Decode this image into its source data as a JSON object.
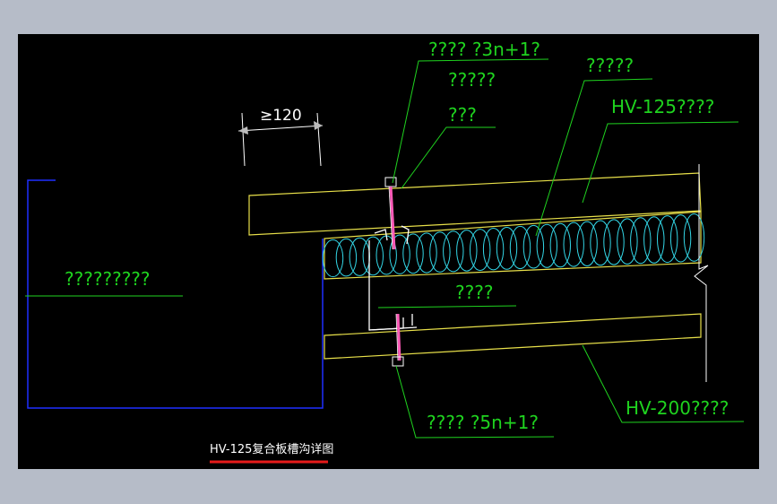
{
  "colors": {
    "background": "#000000",
    "frame": "#b6bcc8",
    "leader": "#1fd31f",
    "panel": "#e8e04a",
    "insulation": "#33d6e6",
    "wall": "#1f2fff",
    "dimension": "#ffffff",
    "purlin": "#ffffff",
    "screw": "#ff5ab8",
    "title_underline": "#e61a1a"
  },
  "labels": {
    "top_fastener_line1": "???? ?3n+1?",
    "top_fastener_line2": "?????",
    "cap": "???",
    "insulation": "?????",
    "hv125": "HV-125????",
    "gutter": "?????????",
    "bracket": "????",
    "bottom_fastener": "???? ?5n+1?",
    "hv200": "HV-200????"
  },
  "dimension": {
    "value": "≥120"
  },
  "title": "HV-125复合板槽沟详图"
}
